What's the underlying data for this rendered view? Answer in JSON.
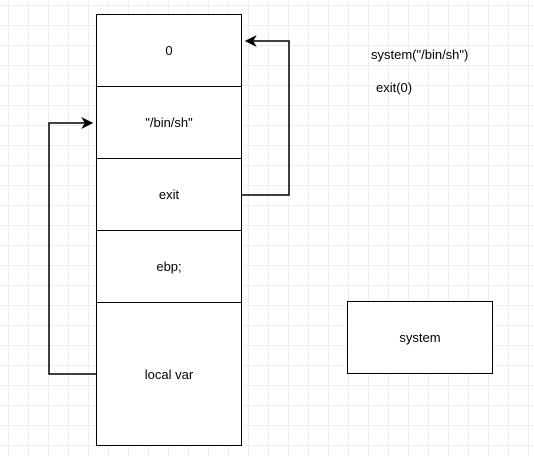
{
  "stack": {
    "cells": [
      "0",
      "\"/bin/sh\"",
      "exit",
      "ebp;",
      "local var"
    ]
  },
  "notes": {
    "call": "system(\"/bin/sh\")",
    "exit_call": "exit(0)"
  },
  "system_box": {
    "label": "system"
  }
}
